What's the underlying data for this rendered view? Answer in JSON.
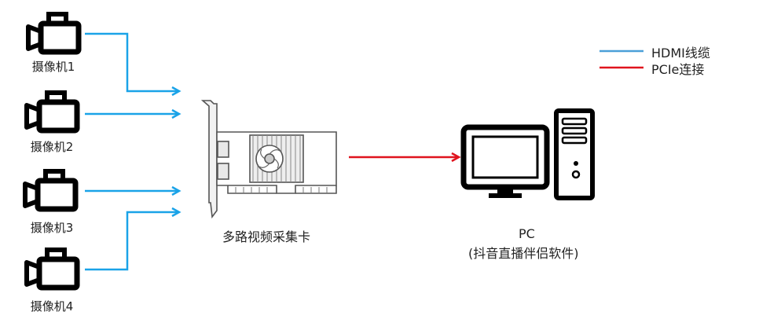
{
  "cameras": [
    {
      "label": "摄像机1"
    },
    {
      "label": "摄像机2"
    },
    {
      "label": "摄像机3"
    },
    {
      "label": "摄像机4"
    }
  ],
  "capture_card": {
    "label": "多路视频采集卡"
  },
  "pc": {
    "label": "PC",
    "sublabel": "(抖音直播伴侣软件)"
  },
  "legend": {
    "hdmi": {
      "label": "HDMI线缆",
      "color": "#4a9fd8"
    },
    "pcie": {
      "label": "PCIe连接",
      "color": "#e0141e"
    }
  },
  "colors": {
    "hdmi_arrow": "#1aa3e8",
    "pcie_arrow": "#e0141e",
    "icon": "#000000"
  }
}
